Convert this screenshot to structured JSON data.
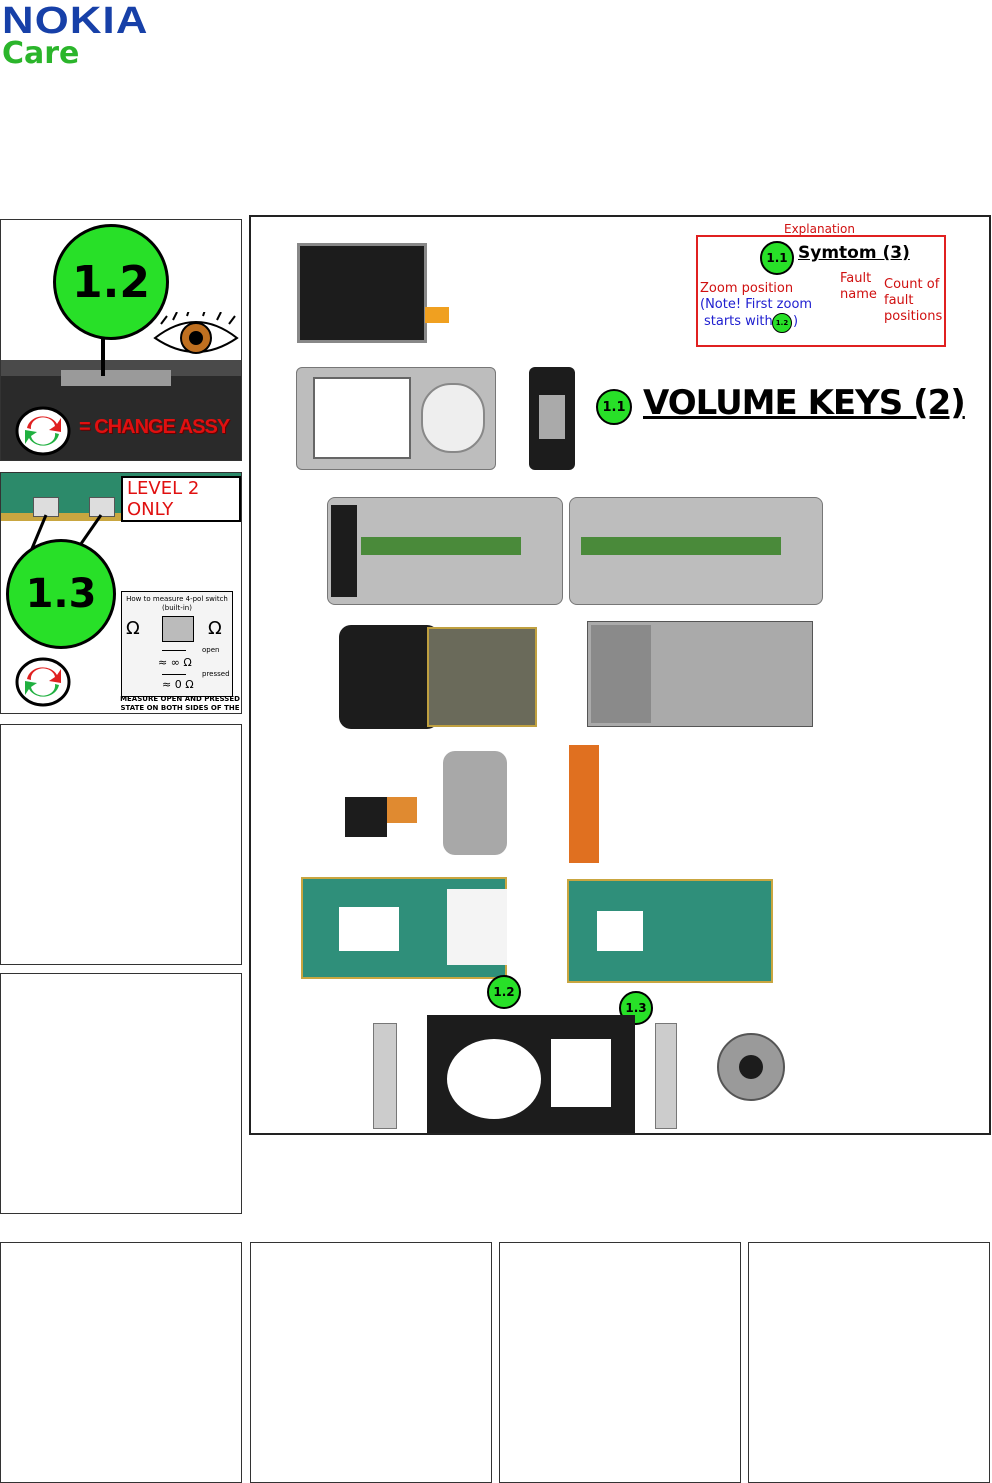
{
  "header": {
    "brand": "NOKIA",
    "product": "Care"
  },
  "zoom_1_2": {
    "badge": "1.2",
    "action": "= CHANGE ASSY"
  },
  "zoom_1_3": {
    "badge": "1.3",
    "level": "LEVEL 2 ONLY",
    "howto_title": "How to measure 4-pol switch (built-in)",
    "open_label": "open",
    "pressed_label": "pressed",
    "open_value": "≈ ∞ Ω",
    "pressed_value": "≈ 0 Ω",
    "ohm": "Ω",
    "note": "MEASURE OPEN AND PRESSED STATE ON BOTH SIDES OF THE SWITCH"
  },
  "legend": {
    "title": "Explanation",
    "badge": "1.1",
    "symptom": "Symtom (3)",
    "zoom_position": "Zoom position",
    "note_first_zoom": "(Note! First zoom",
    "starts_with": "starts with",
    "starts_badge": "1.2",
    "fault": "Fault",
    "name": "name",
    "count_of": "Count of",
    "fault2": "fault",
    "positions": "positions"
  },
  "main": {
    "badge": "1.1",
    "title": "VOLUME KEYS (2)",
    "marker_1_2": "1.2",
    "marker_1_3": "1.3"
  },
  "colors": {
    "nokia_blue": "#1740a8",
    "care_green": "#2bb52b",
    "badge_green": "#28e028",
    "legend_red": "#d01010"
  }
}
